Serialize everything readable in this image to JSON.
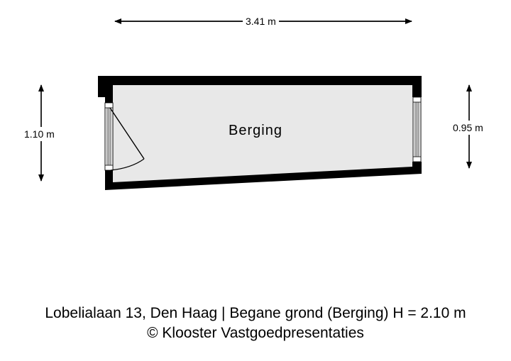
{
  "floorplan": {
    "room": {
      "name": "Berging",
      "fill_color": "#e8e8e8",
      "wall_color": "#000000"
    },
    "dimensions": {
      "width_top": "3.41 m",
      "height_left": "1.10 m",
      "height_right": "0.95 m"
    },
    "openings": [
      {
        "type": "door",
        "side": "left",
        "swing": "inward"
      },
      {
        "type": "window",
        "side": "right"
      }
    ]
  },
  "caption": {
    "line1": "Lobelialaan 13, Den Haag | Begane grond (Berging) H = 2.10 m",
    "line2": "© Klooster Vastgoedpresentaties"
  }
}
